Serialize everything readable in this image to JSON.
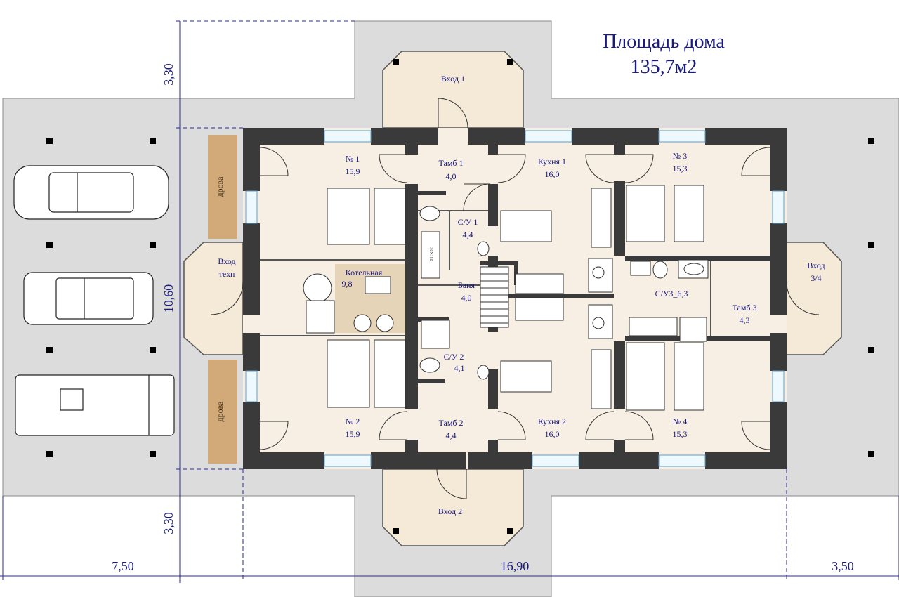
{
  "title": {
    "line1": "Площадь дома",
    "line2": "135,7м2"
  },
  "rooms": {
    "room1": {
      "name": "№ 1",
      "area": "15,9"
    },
    "room2": {
      "name": "№ 2",
      "area": "15,9"
    },
    "room3": {
      "name": "№ 3",
      "area": "15,3"
    },
    "room4": {
      "name": "№ 4",
      "area": "15,3"
    },
    "tamb1": {
      "name": "Тамб 1",
      "area": "4,0"
    },
    "tamb2": {
      "name": "Тамб 2",
      "area": "4,4"
    },
    "tamb3": {
      "name": "Тамб 3",
      "area": "4,3"
    },
    "kitchen1": {
      "name": "Кухня 1",
      "area": "16,0"
    },
    "kitchen2": {
      "name": "Кухня 2",
      "area": "16,0"
    },
    "wc1": {
      "name": "С/У 1",
      "area": "4,4"
    },
    "wc2": {
      "name": "С/У 2",
      "area": "4,1"
    },
    "wc3": {
      "name": "С/У3_6,3"
    },
    "sauna": {
      "name": "Баня",
      "area": "4,0"
    },
    "boiler": {
      "name": "Котельная",
      "area": "9,8"
    },
    "entrance1": {
      "name": "Вход 1"
    },
    "entrance2": {
      "name": "Вход 2"
    },
    "entrance34": {
      "name": "Вход",
      "area": "3/4"
    },
    "entranceTech": {
      "line1": "Вход",
      "line2": "техн"
    }
  },
  "firewood": {
    "top": "дрова",
    "bottom": "дрова"
  },
  "bath_label": "30Х150",
  "dimensions": {
    "left_top": "3,30",
    "left_mid": "10,60",
    "left_bottom": "3,30",
    "bottom_left": "7,50",
    "bottom_mid": "16,90",
    "bottom_right": "3,50"
  },
  "colors": {
    "wall": "#3a3a3a",
    "floor": "#f7efe3",
    "paving": "#dcdcdc",
    "firewood": "#d2aa7a",
    "boiler": "#e6d4b8",
    "text": "#1a1a80",
    "dimension_line": "#2a2aa0"
  }
}
